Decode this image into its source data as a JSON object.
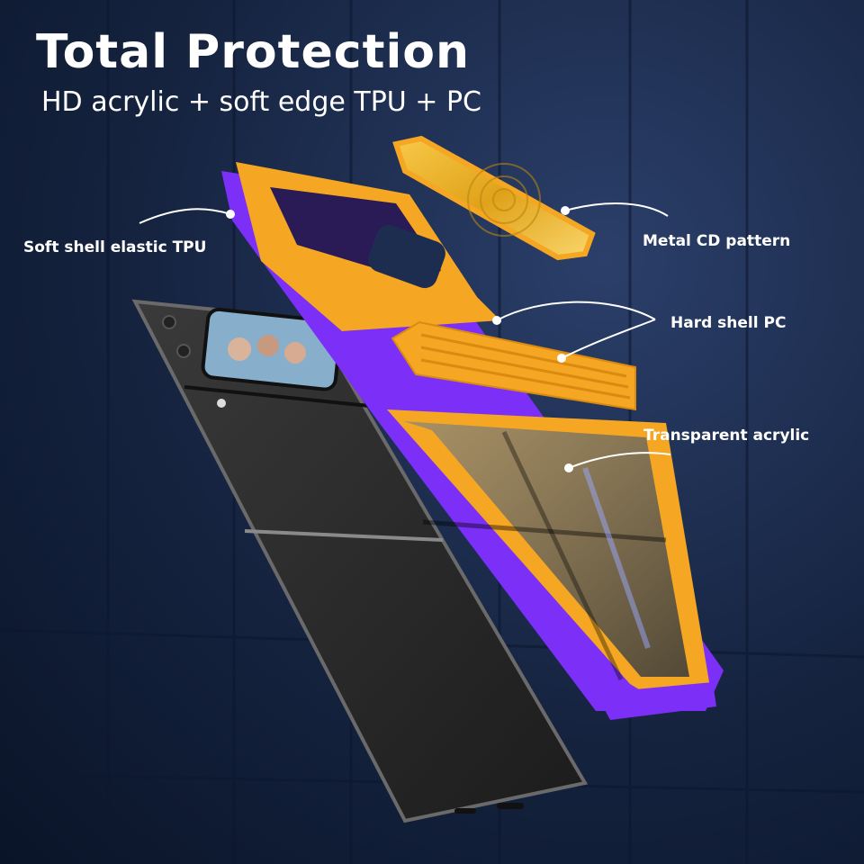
{
  "headline": "Total Protection",
  "subline": "HD acrylic + soft edge TPU + PC",
  "callouts": {
    "tpu": "Soft shell elastic TPU",
    "metal": "Metal CD pattern",
    "pc": "Hard shell PC",
    "acrylic": "Transparent acrylic"
  },
  "colors": {
    "background": "#15233f",
    "orange": "#f5a623",
    "purple": "#7b2ff7",
    "phone": "#2b2b2b",
    "text": "#ffffff"
  }
}
